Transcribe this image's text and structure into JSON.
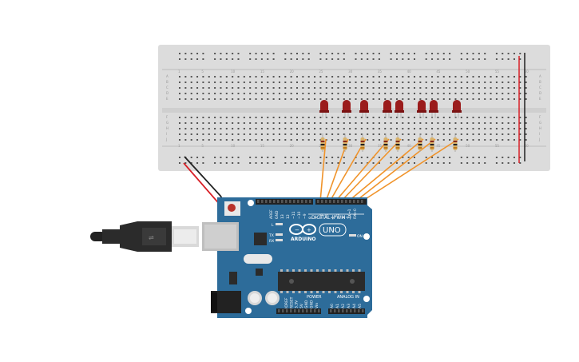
{
  "breadboard": {
    "column_numbers": [
      "1",
      "5",
      "10",
      "15",
      "20",
      "25",
      "30",
      "35",
      "40",
      "45",
      "50",
      "55",
      "60"
    ],
    "row_letters_top": [
      "A",
      "B",
      "C",
      "D",
      "E"
    ],
    "row_letters_bottom": [
      "F",
      "G",
      "H",
      "I",
      "J"
    ]
  },
  "leds": {
    "count": 8,
    "color": "#9b1c1c"
  },
  "wires": {
    "signal_color": "#f0932a",
    "power_color": "#d81f26",
    "ground_color": "#333333"
  },
  "arduino": {
    "logo": "∞",
    "brand": "ARDUINO",
    "model": "UNO",
    "digital_header": "DIGITAL (PWM~)",
    "digital_pins": [
      "AREF",
      "GND",
      "13",
      "12",
      "~11",
      "~10",
      "~9",
      "8",
      "7",
      "~6",
      "~5",
      "4",
      "~3",
      "2",
      "TX→1",
      "RX←0"
    ],
    "led_labels": [
      "L",
      "TX",
      "RX"
    ],
    "on_label": "ON",
    "power_header": "POWER",
    "analog_header": "ANALOG IN",
    "power_pins": [
      "IOREF",
      "RESET",
      "3.3V",
      "5V",
      "GND",
      "GND",
      "Vin"
    ],
    "analog_pins": [
      "A0",
      "A1",
      "A2",
      "A3",
      "A4",
      "A5"
    ],
    "board_color": "#2d6c9a"
  }
}
